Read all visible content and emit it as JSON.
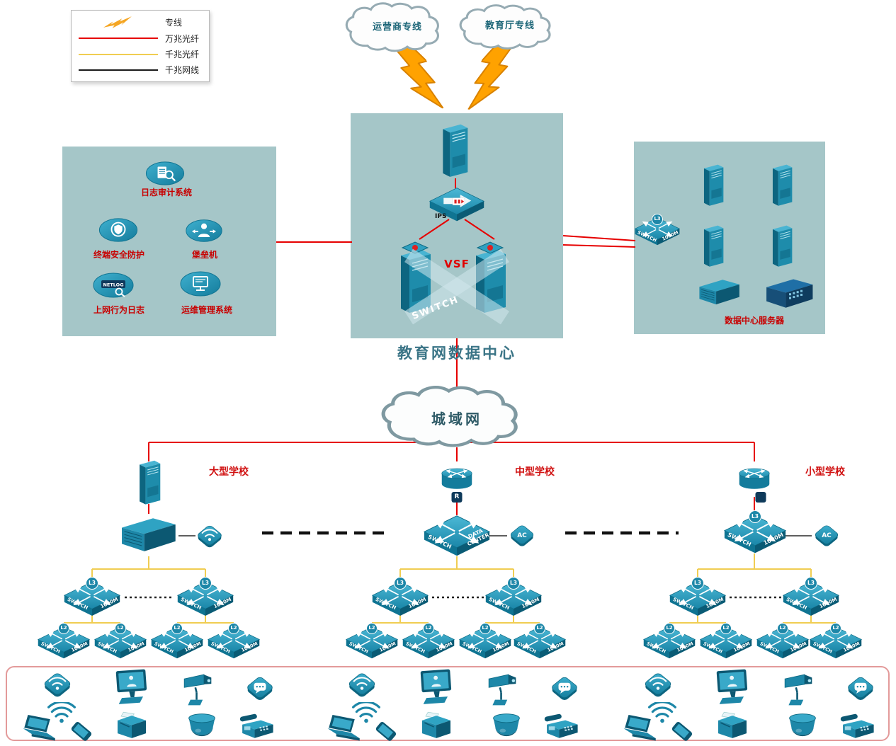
{
  "colors": {
    "fiber_10g": "#e60000",
    "fiber_1g": "#f0cd52",
    "cable_1g": "#1a1a1a",
    "device_teal": "#1d87a8",
    "panel_background": "#a5c6c8",
    "label_red": "#c80000",
    "lightning_orange": "#ffa200"
  },
  "legend": {
    "items": [
      {
        "label": "专线",
        "symbol": "lightning-bolt"
      },
      {
        "label": "万兆光纤",
        "symbol": "red-line"
      },
      {
        "label": "千兆光纤",
        "symbol": "yellow-line"
      },
      {
        "label": "千兆网线",
        "symbol": "black-line"
      }
    ]
  },
  "clouds": {
    "carrier": "运营商专线",
    "education": "教育厅专线",
    "man": "城域网"
  },
  "datacenter": {
    "title": "教育网数据中心"
  },
  "shared": {
    "switch": "SWITCH",
    "speed": "1000M",
    "l3": "L3",
    "l2": "L2",
    "ac": "AC",
    "router": "R",
    "data_line1": "DATA",
    "data_line2": "CENTER",
    "vsf": "VSF",
    "ips": "IPS",
    "netlog": "NETLOG"
  },
  "security_panel": {
    "items": [
      {
        "label": "日志审计系统",
        "icon": "log-audit-icon"
      },
      {
        "label": "终端安全防护",
        "icon": "terminal-security-icon"
      },
      {
        "label": "堡垒机",
        "icon": "bastion-host-icon"
      },
      {
        "label": "上网行为日志",
        "icon": "netlog-icon"
      },
      {
        "label": "运维管理系统",
        "icon": "ops-management-icon"
      }
    ]
  },
  "server_panel": {
    "label": "数据中心服务器"
  },
  "schools": [
    {
      "name": "大型学校"
    },
    {
      "name": "中型学校"
    },
    {
      "name": "小型学校"
    }
  ],
  "terminal_device_icons": [
    "wlan-ap",
    "desktop-monitor",
    "cctv-camera",
    "message-device",
    "wifi-signal",
    "laptop",
    "smartphone",
    "printer",
    "dome-camera",
    "fax-phone"
  ]
}
